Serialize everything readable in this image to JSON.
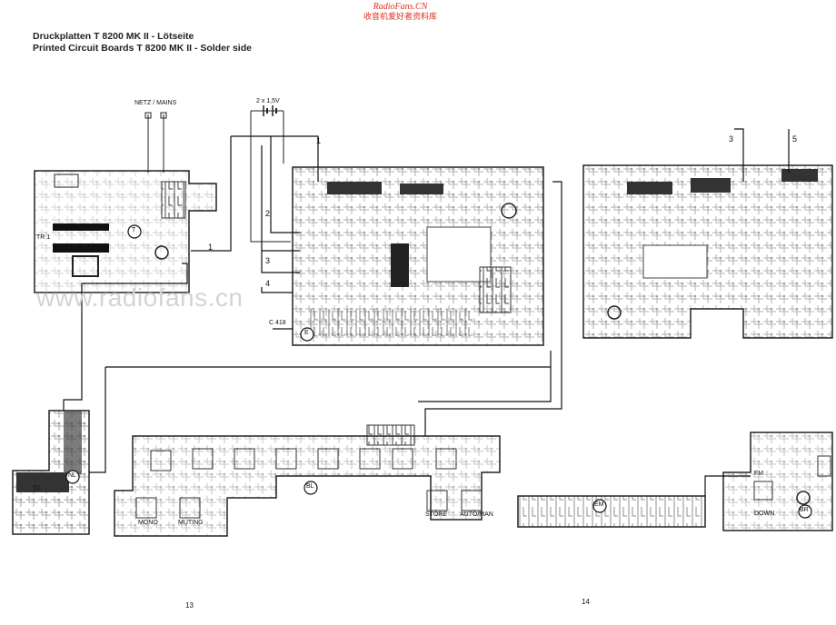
{
  "brand": {
    "line1": "RadioFans.CN",
    "line2": "收音机爱好者资料库"
  },
  "title": {
    "line1": "Druckplatten T 8200 MK II - Lötseite",
    "line2": "Printed Circuit Boards T 8200 MK II - Solder side"
  },
  "watermark": "www.radiofans.cn",
  "labels": {
    "netz_mains": "NETZ / MAINS",
    "battery": "2 x 1,5V",
    "c418": "C 418",
    "mono": "MONO",
    "muting": "MUTING",
    "store": "STORE",
    "automan": "AUTO/MAN",
    "fm": "FM",
    "down": "DOWN",
    "s1": "S1",
    "tr1": "TR 1"
  },
  "board_markers": {
    "t": "T",
    "e": "E",
    "nl": "NL",
    "bl": "BL",
    "em": "EM",
    "br": "BR"
  },
  "wire_numbers": {
    "n1a": "1",
    "n1b": "1",
    "n2": "2",
    "n3a": "3",
    "n3b": "3",
    "n4": "4",
    "n5": "5"
  },
  "page_numbers": {
    "left": "13",
    "right": "14"
  }
}
